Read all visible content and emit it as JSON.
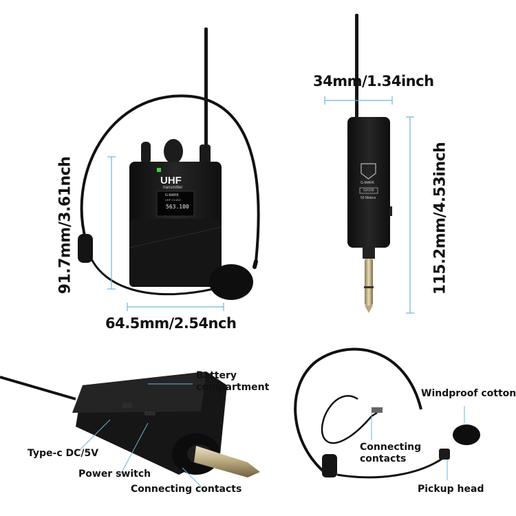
{
  "dimensions": {
    "bodypack_height": "91.7mm/3.61nch",
    "bodypack_width": "64.5mm/2.54nch",
    "receiver_width": "34mm/1.34inch",
    "receiver_height": "115.2mm/4.53inch"
  },
  "bodypack": {
    "brand_label": "UHF",
    "sub_label": "transmitter",
    "screen_brand": "G-MARK",
    "screen_model": "UHF CV-800",
    "screen_freq": "563.100"
  },
  "receiver": {
    "brand": "G-MARK",
    "model": "GX100",
    "range": "50 Meters"
  },
  "callouts": {
    "battery": [
      "Battery",
      "compartment"
    ],
    "typec": "Type-c DC/5V",
    "power": "Power switch",
    "contacts_receiver": "Connecting contacts",
    "windproof": "Windproof cotton",
    "contacts_headset": [
      "Connecting",
      "contacts"
    ],
    "pickup": "Pickup head"
  },
  "colors": {
    "dimension_line": "#6ab4e0",
    "device_body": "#1c1c1c",
    "indicator_led": "#3cd24a"
  }
}
